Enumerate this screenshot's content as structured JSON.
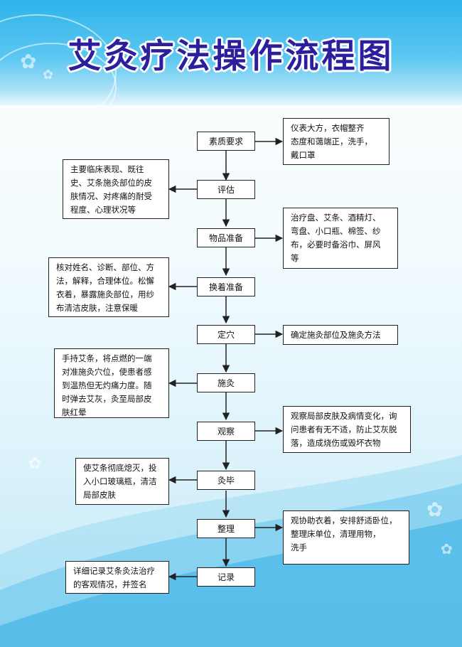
{
  "title": "艾灸疗法操作流程图",
  "steps": [
    {
      "label": "素质要求",
      "note": "仪表大方，衣帽整齐\n态度和蔼端正，洗手，\n戴口罩"
    },
    {
      "label": "评估",
      "note": "主要临床表现、既往\n史、艾条施灸部位的皮\n肤情况、对疼痛的耐受\n程度、心理状况等"
    },
    {
      "label": "物品准备",
      "note": "治疗盘、艾条、酒精灯、\n弯盘、小口瓶、棉签、纱\n布，必要时备浴巾、屏风\n等"
    },
    {
      "label": "换着准备",
      "note": "核对姓名、诊断、部位、方\n法，解释，合理体位。松懈\n衣着，暴露施灸部位，用纱\n布清洁皮肤，注意保暖"
    },
    {
      "label": "定穴",
      "note": "确定施灸部位及施灸方法"
    },
    {
      "label": "施灸",
      "note": "手持艾条，将点燃的一端\n对准施灸穴位，使患者感\n到温热但无灼痛力度。随\n时弹去艾灰，灸至局部皮\n肤红晕"
    },
    {
      "label": "观察",
      "note": "观察局部皮肤及病情变化，询\n问患者有无不适，防止艾灰脱\n落，造成烧伤或毁坏衣物"
    },
    {
      "label": "灸毕",
      "note": "使艾条彻底熄灭，投\n入小口玻璃瓶，清洁\n局部皮肤"
    },
    {
      "label": "整理",
      "note": "观协助衣着，安排舒适卧位，\n整理床单位，清理用物，\n洗手"
    },
    {
      "label": "记录",
      "note": "详细记录艾条灸法治疗\n的客观情况，并签名"
    }
  ],
  "colors": {
    "title": "#2b1f9e",
    "header": "#2fb3ea",
    "line": "#222222"
  }
}
